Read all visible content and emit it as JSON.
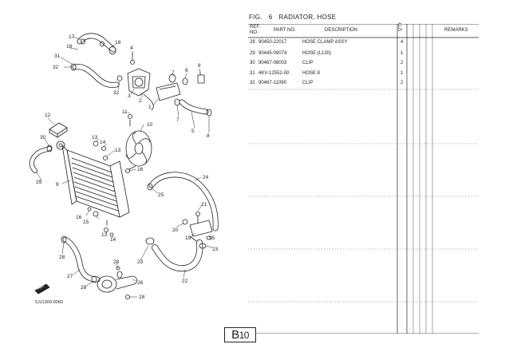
{
  "figure": {
    "prefix": "FIG.",
    "number": "6",
    "title": "RADIATOR, HOSE"
  },
  "table": {
    "headers": {
      "ref_line1": "REF.",
      "ref_line2": "NO.",
      "part_no": "PART NO.",
      "description": "DESCRIPTION",
      "qty_vertical": "Q'TY",
      "remarks": "REMARKS"
    },
    "rows": [
      {
        "ref": "28",
        "part_no": "90450-22017",
        "description": "HOSE CLAMP ASSY",
        "qty": "4"
      },
      {
        "ref": "29",
        "part_no": "90445-09074",
        "description": "HOSE (L130)",
        "qty": "1"
      },
      {
        "ref": "30",
        "part_no": "90467-08003",
        "description": "CLIP",
        "qty": "2"
      },
      {
        "ref": "31",
        "part_no": "4KV-12552-00",
        "description": "HOSE 8",
        "qty": "1"
      },
      {
        "ref": "32",
        "part_no": "90467-11090",
        "description": "CLIP",
        "qty": "2"
      }
    ]
  },
  "diagram": {
    "callouts": [
      "1",
      "2",
      "3",
      "4",
      "5",
      "6",
      "7",
      "8",
      "9",
      "10",
      "11",
      "12",
      "13",
      "14",
      "15",
      "16",
      "17",
      "18",
      "19",
      "20",
      "21",
      "22",
      "23",
      "24",
      "25",
      "26",
      "27",
      "28",
      "29",
      "30",
      "31",
      "32"
    ],
    "drawing_code": "5JJ1300-0060",
    "fwd_marker": "FWD"
  },
  "page": {
    "prefix": "B",
    "number": "10"
  }
}
